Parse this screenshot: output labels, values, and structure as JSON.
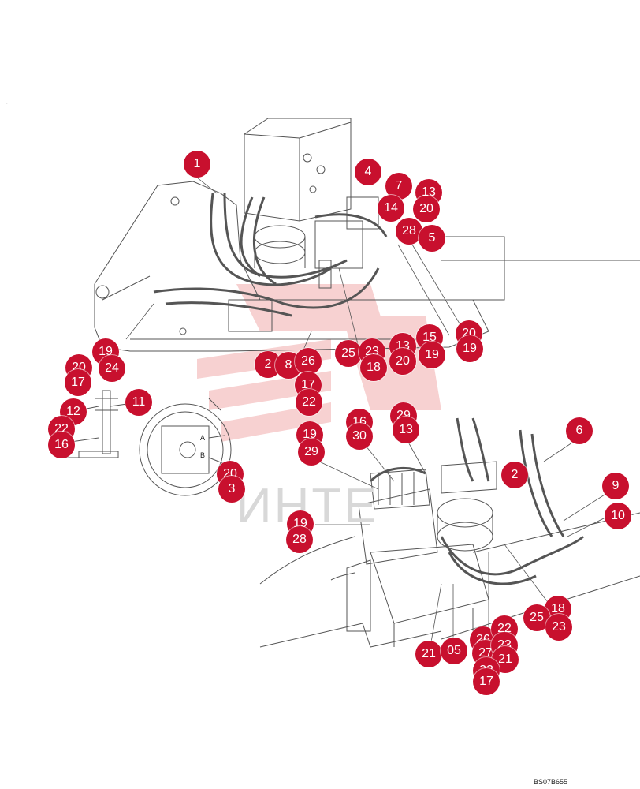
{
  "colors": {
    "callout": "#c8102e",
    "line": "#555555",
    "watermark": "#f3c2c2"
  },
  "watermark_text": "ИНТЕ",
  "stray_mark": "-",
  "drawing_code": "BS07B655",
  "valve_ports": [
    "A",
    "B"
  ],
  "callouts": [
    {
      "label": "1"
    },
    {
      "label": "4"
    },
    {
      "label": "7"
    },
    {
      "label": "13"
    },
    {
      "label": "14"
    },
    {
      "label": "20"
    },
    {
      "label": "28"
    },
    {
      "label": "5"
    },
    {
      "label": "19"
    },
    {
      "label": "20"
    },
    {
      "label": "24"
    },
    {
      "label": "17"
    },
    {
      "label": "11"
    },
    {
      "label": "12"
    },
    {
      "label": "22"
    },
    {
      "label": "16"
    },
    {
      "label": "2"
    },
    {
      "label": "8"
    },
    {
      "label": "26"
    },
    {
      "label": "17"
    },
    {
      "label": "22"
    },
    {
      "label": "25"
    },
    {
      "label": "23"
    },
    {
      "label": "18"
    },
    {
      "label": "13"
    },
    {
      "label": "20"
    },
    {
      "label": "15"
    },
    {
      "label": "19"
    },
    {
      "label": "20"
    },
    {
      "label": "19"
    },
    {
      "label": "20"
    },
    {
      "label": "3"
    },
    {
      "label": "19"
    },
    {
      "label": "29"
    },
    {
      "label": "16"
    },
    {
      "label": "30"
    },
    {
      "label": "29"
    },
    {
      "label": "13"
    },
    {
      "label": "6"
    },
    {
      "label": "2"
    },
    {
      "label": "9"
    },
    {
      "label": "10"
    },
    {
      "label": "19"
    },
    {
      "label": "28"
    },
    {
      "label": "18"
    },
    {
      "label": "25"
    },
    {
      "label": "23"
    },
    {
      "label": "21"
    },
    {
      "label": "05"
    },
    {
      "label": "26"
    },
    {
      "label": "22"
    },
    {
      "label": "27"
    },
    {
      "label": "23"
    },
    {
      "label": "21"
    },
    {
      "label": "22"
    },
    {
      "label": "17"
    }
  ]
}
